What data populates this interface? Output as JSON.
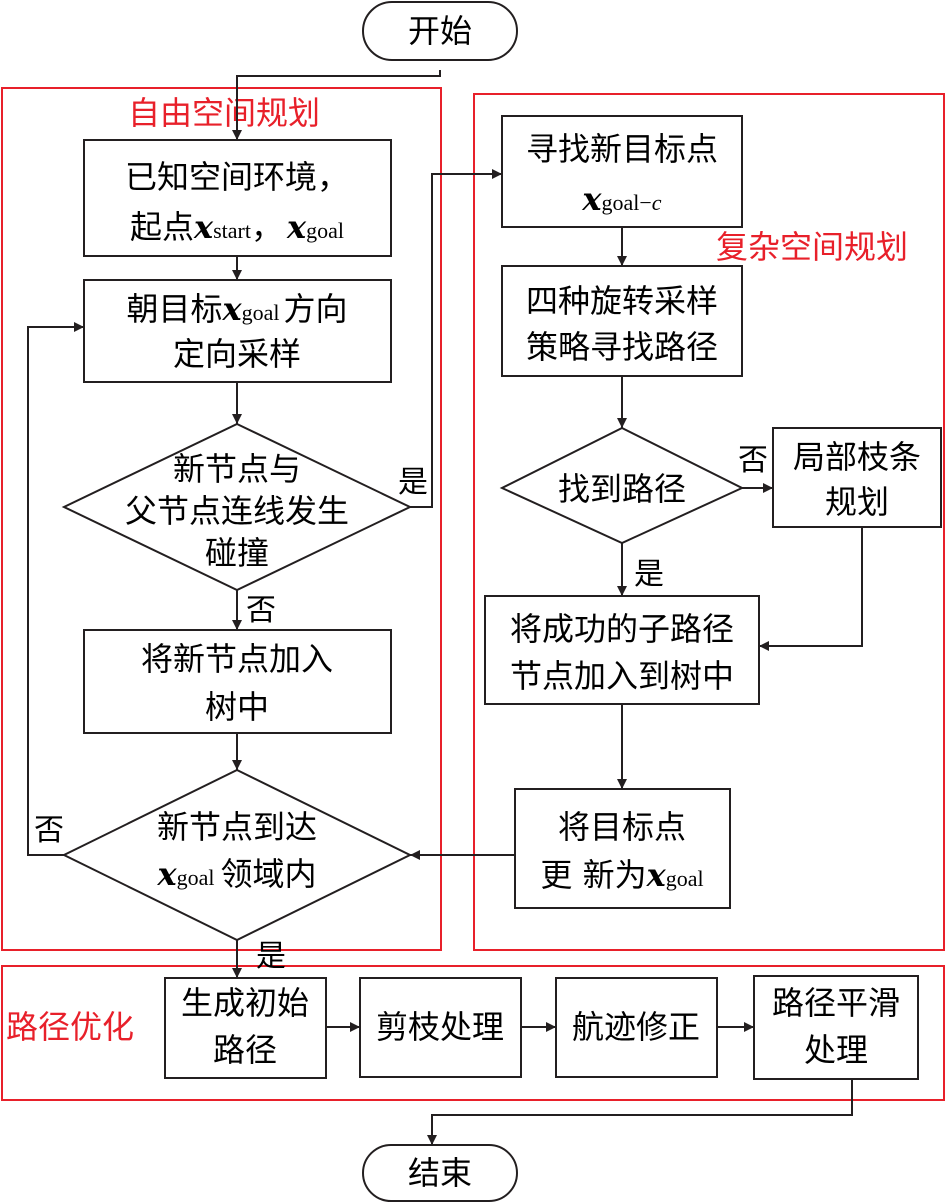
{
  "regions": {
    "free": "自由空间规划",
    "complex": "复杂空间规划",
    "opt": "路径优化"
  },
  "nodes": {
    "start": "开始",
    "end": "结束",
    "known_line1": "已知空间环境，",
    "known_line2": "起点",
    "known_comma": "，",
    "x_var": "x",
    "sub_start": "start",
    "sub_goal": "goal",
    "sub_goal_c_a": "goal−",
    "sub_goal_c_b": "c",
    "sample_pre": "朝目标",
    "sample_post": "方向",
    "sample_line2": "定向采样",
    "collide_line1": "新节点与",
    "collide_line2": "父节点连线发生",
    "collide_line3": "碰撞",
    "add_line1": "将新节点加入",
    "add_line2": "树中",
    "reach_line1": "新节点到达",
    "reach_post": "领域内",
    "find_new_goal": "寻找新目标点",
    "four_rot_line1": "四种旋转采样",
    "four_rot_line2": "策略寻找路径",
    "found_path": "找到路径",
    "local_line1": "局部枝条",
    "local_line2": "规划",
    "success_line1": "将成功的子路径",
    "success_line2": "节点加入到树中",
    "update_line1": "将目标点",
    "update_pre": "更 新为",
    "gen_line1": "生成初始",
    "gen_line2": "路径",
    "prune": "剪枝处理",
    "track": "航迹修正",
    "smooth_line1": "路径平滑",
    "smooth_line2": "处理"
  },
  "edges": {
    "yes": "是",
    "no": "否"
  },
  "colors": {
    "region": "#e8202a",
    "line": "#231f20",
    "text": "#000000"
  }
}
